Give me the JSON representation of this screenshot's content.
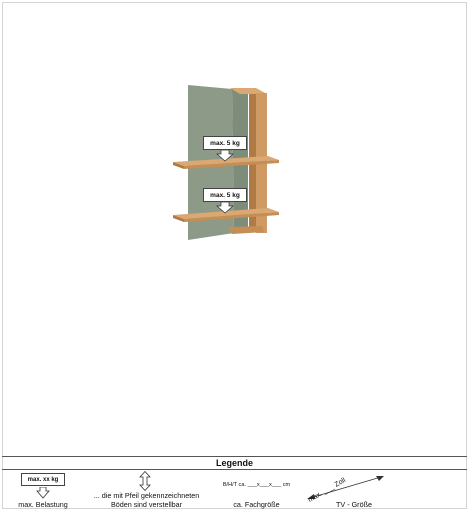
{
  "illustration": {
    "load_labels": [
      "max. 5 kg",
      "max. 5 kg"
    ],
    "colors": {
      "back_panel": "#8d9a88",
      "wood": "#cf9a63",
      "wood_dark": "#b07a45"
    }
  },
  "legend": {
    "title": "Legende",
    "items": [
      {
        "sample": "max. xx kg",
        "caption": "max. Belastung"
      },
      {
        "caption_line1": "... die mit Pfeil gekennzeichneten",
        "caption_line2": "Böden sind verstellbar"
      },
      {
        "sample": "B/H/T ca. ___x___x___ cm",
        "caption": "ca. Fachgröße"
      },
      {
        "sample": "max. ___ Zoll",
        "caption": "TV - Größe"
      }
    ]
  }
}
